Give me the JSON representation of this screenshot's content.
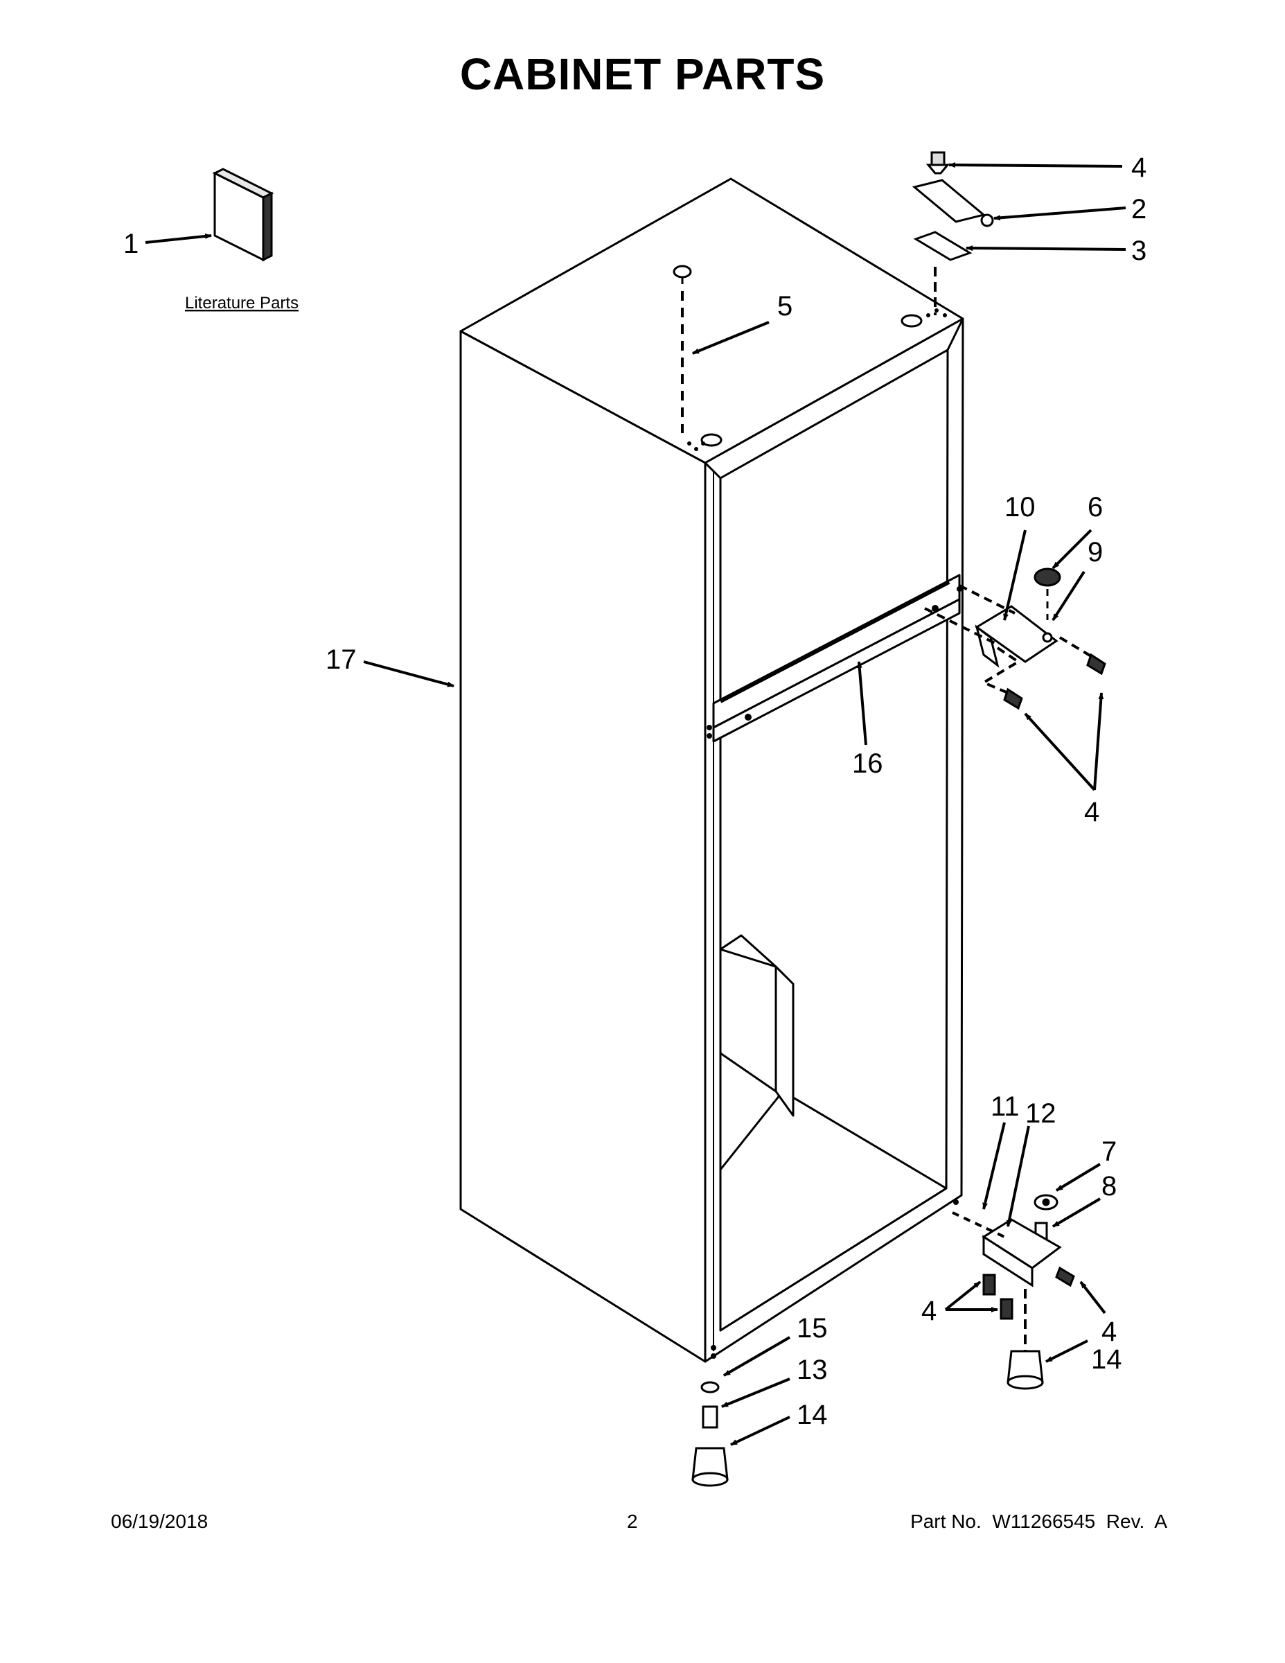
{
  "title": "CABINET PARTS",
  "literature_label": "Literature Parts",
  "callouts": {
    "c1": "1",
    "c2": "2",
    "c3": "3",
    "c4a": "4",
    "c4b": "4",
    "c4c": "4",
    "c4d": "4",
    "c5": "5",
    "c6": "6",
    "c7": "7",
    "c8": "8",
    "c9": "9",
    "c10": "10",
    "c11": "11",
    "c12": "12",
    "c13": "13",
    "c14a": "14",
    "c14b": "14",
    "c15": "15",
    "c16": "16",
    "c17": "17"
  },
  "footer": {
    "date": "06/19/2018",
    "page": "2",
    "part": "Part No.  W11266545  Rev.  A"
  }
}
